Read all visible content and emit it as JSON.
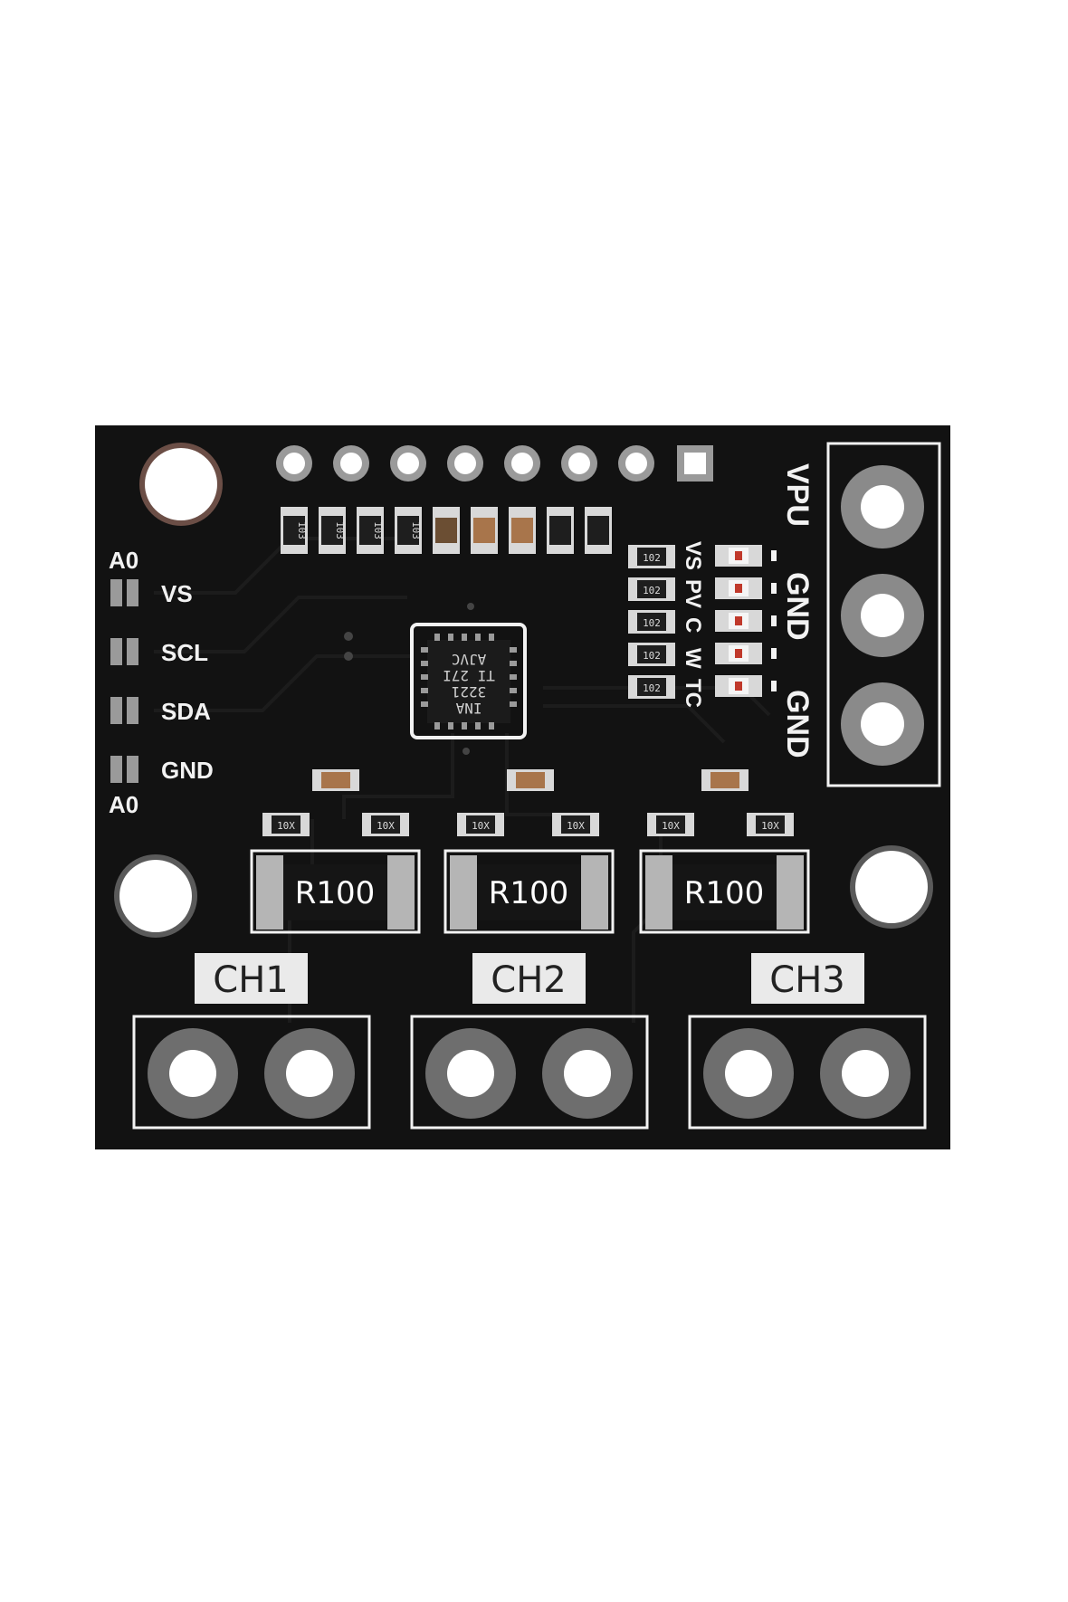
{
  "board": {
    "left_labels": {
      "a0_top": "A0",
      "vs": "VS",
      "scl": "SCL",
      "sda": "SDA",
      "gnd": "GND",
      "a0_bottom": "A0"
    },
    "right_labels": {
      "vpu": "VPU",
      "gnd1": "GND",
      "gnd2": "GND"
    },
    "led_labels": {
      "vs": "VS",
      "pv": "PV",
      "c": "C",
      "w": "W",
      "tc": "TC"
    },
    "chip": {
      "line1": "INA",
      "line2": "3221",
      "line3": "TI 27I",
      "line4": "AJVC"
    },
    "shunts": [
      "R100",
      "R100",
      "R100"
    ],
    "channels": [
      "CH1",
      "CH2",
      "CH3"
    ],
    "top_resistor_codes": [
      "103",
      "103",
      "103",
      "103"
    ],
    "led_resistor_codes": [
      "102",
      "102",
      "102",
      "102",
      "102"
    ],
    "filter_resistor_codes": [
      "10X",
      "10X",
      "10X",
      "10X",
      "10X",
      "10X"
    ],
    "colors": {
      "pcb": "#121212",
      "silkscreen": "#f2f2f2",
      "pad": "#8c8c8c"
    }
  }
}
